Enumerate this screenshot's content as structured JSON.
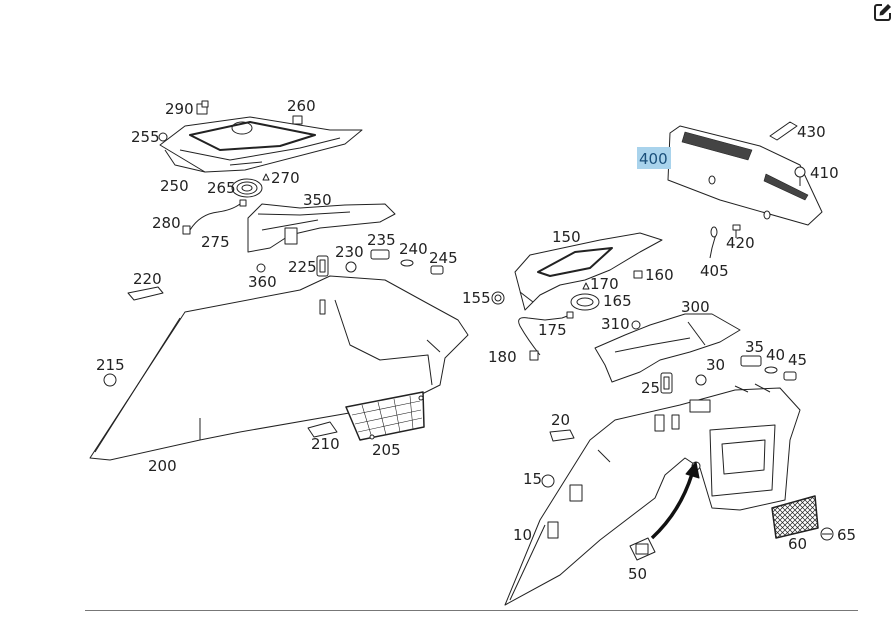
{
  "diagram": {
    "highlight_color": "#a9d3ec",
    "highlighted_part": "400",
    "part_labels": [
      "290",
      "260",
      "255",
      "250",
      "265",
      "270",
      "350",
      "280",
      "275",
      "225",
      "230",
      "235",
      "240",
      "245",
      "360",
      "220",
      "215",
      "200",
      "210",
      "205",
      "150",
      "155",
      "170",
      "160",
      "165",
      "175",
      "180",
      "310",
      "300",
      "35",
      "40",
      "45",
      "30",
      "25",
      "20",
      "15",
      "10",
      "50",
      "60",
      "65",
      "400",
      "430",
      "410",
      "420",
      "405"
    ]
  },
  "toolbar": {
    "edit_icon": "edit-icon"
  }
}
